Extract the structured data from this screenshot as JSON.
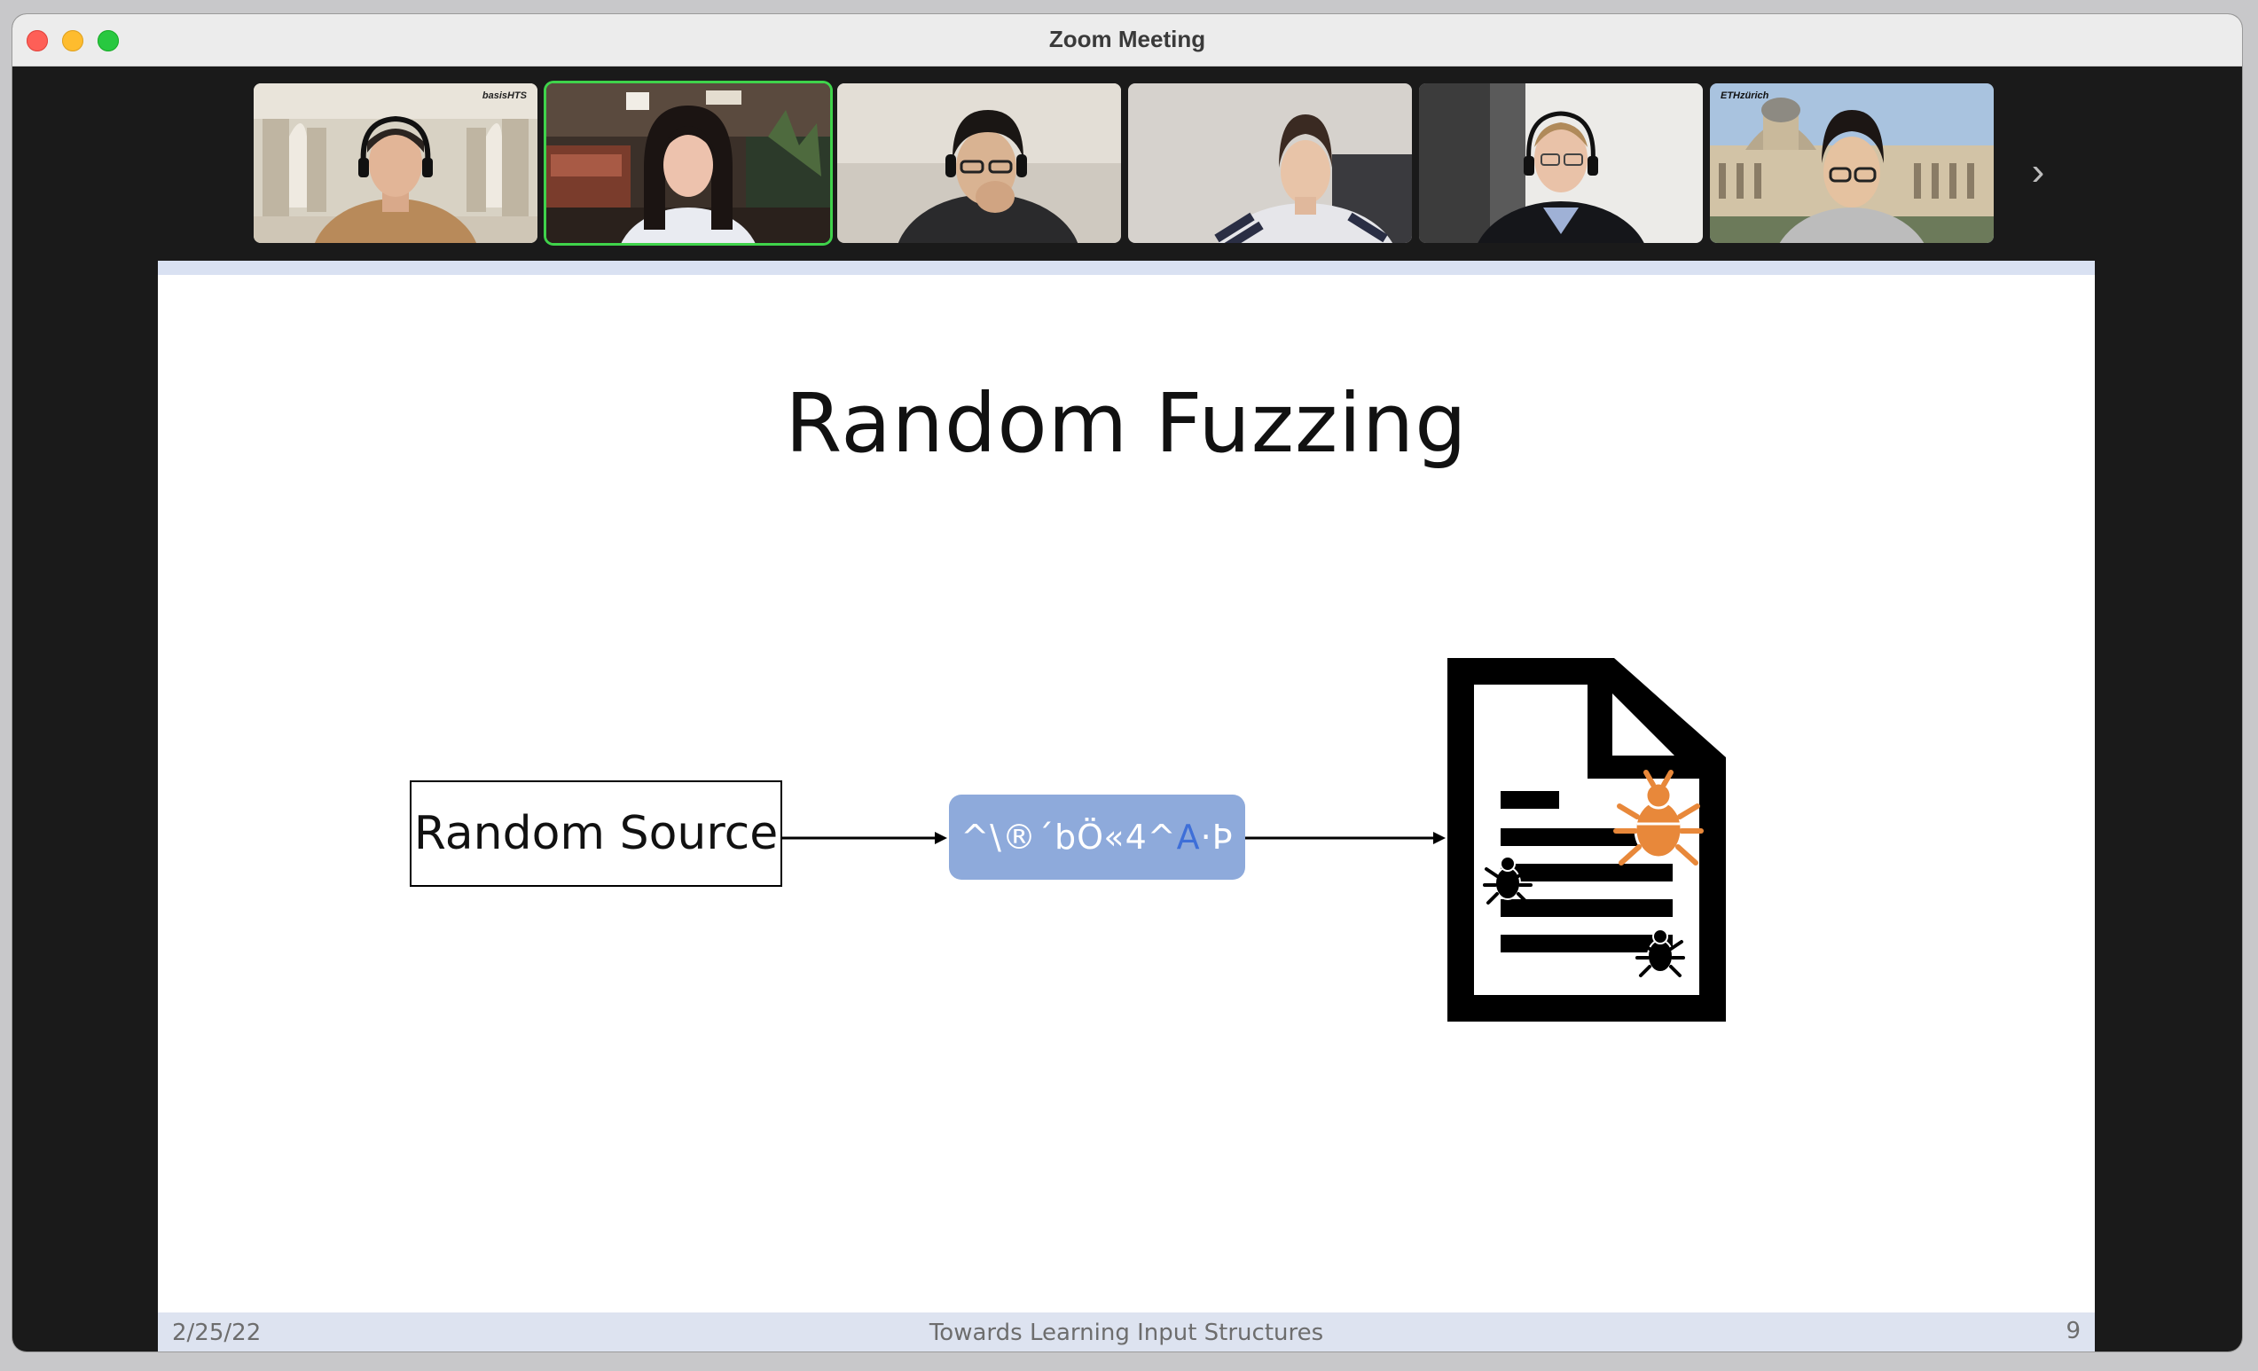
{
  "window": {
    "title": "Zoom Meeting"
  },
  "gallery": {
    "participants": [
      {
        "id": "p1",
        "logo": "basisHTS"
      },
      {
        "id": "p2",
        "active": true
      },
      {
        "id": "p3"
      },
      {
        "id": "p4"
      },
      {
        "id": "p5"
      },
      {
        "id": "p6",
        "logo": "ETHzürich"
      }
    ],
    "next_icon": "chevron-right-icon"
  },
  "slide": {
    "title": "Random Fuzzing",
    "source_label": "Random Source",
    "random_string_parts": [
      "^\\®´bÖ«4^",
      "A",
      "·Þ"
    ],
    "document_icon": "document-with-bugs-icon",
    "colors": {
      "pill": "#8eaadb",
      "bug_highlight": "#e8883a",
      "band": "#d9e1f2"
    },
    "footer": {
      "date": "2/25/22",
      "title": "Towards Learning Input Structures",
      "page": "9"
    }
  }
}
